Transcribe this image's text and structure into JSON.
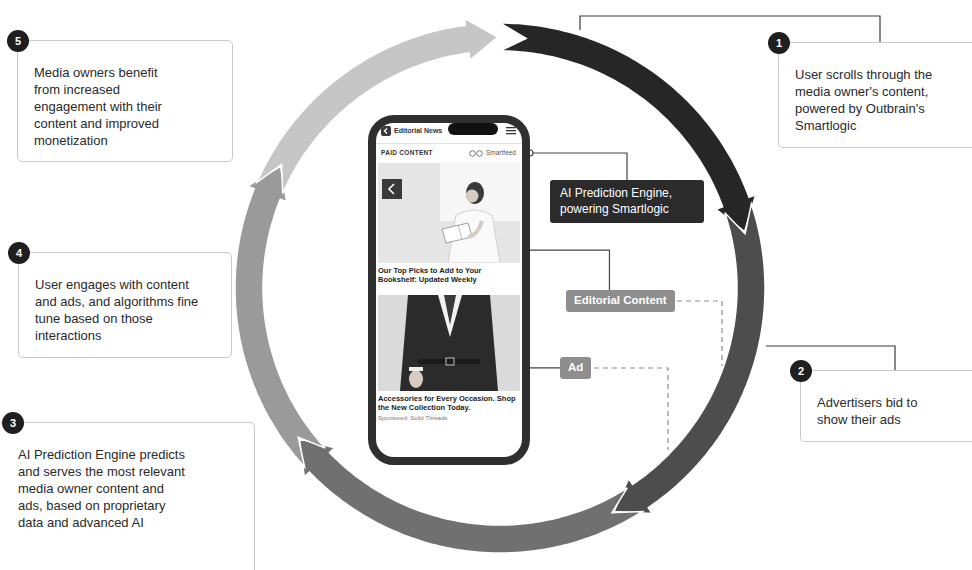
{
  "diagram": {
    "nodes": [
      {
        "text": [
          "1",
          "User scrolls through the media owner's content, powered by Outbrain's Smartlogic"
        ]
      },
      {
        "text": [
          "2",
          "Advertisers bid to show their ads"
        ]
      },
      {
        "text": [
          "3",
          "AI Prediction Engine predicts and serves the most relevant media owner content and ads, based on proprietary data and advanced AI"
        ]
      },
      {
        "text": [
          "4",
          "User engages with content and ads, and algorithms fine tune based on those interactions"
        ]
      },
      {
        "text": [
          "5",
          "Media owners benefit from increased engagement with their content and improved monetization"
        ]
      },
      {
        "text": [
          "Editorial News",
          "PAID CONTENT",
          "Smartfeed"
        ]
      },
      {
        "text": [
          "Our Top Picks to Add to Your Bookshelf: Updated Weekly"
        ],
        "in": 5
      },
      {
        "text": [
          "Accessories for Every Occasion. Shop the New Collection Today.",
          "Sponsored: Solid Threads"
        ],
        "in": 5
      },
      {
        "text": [
          "AI Prediction Engine, powering Smartlogic"
        ]
      },
      {
        "text": [
          "Editorial Content"
        ]
      },
      {
        "text": [
          "Ad"
        ]
      }
    ],
    "edges": [
      {
        "from": 8,
        "to": 5,
        "arrow": "none"
      },
      {
        "from": 9,
        "to": 6,
        "arrow": "none"
      },
      {
        "from": 10,
        "to": 7,
        "arrow": "none"
      }
    ]
  }
}
